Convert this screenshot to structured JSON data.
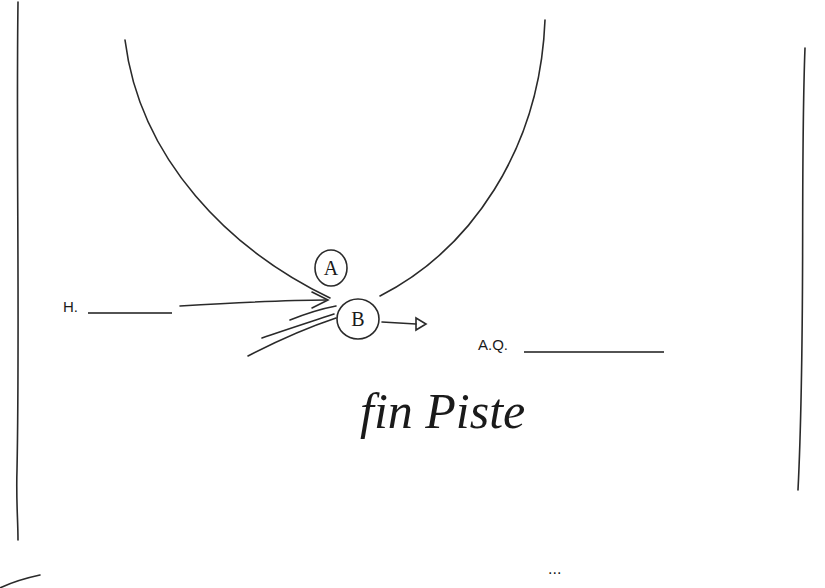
{
  "diagram": {
    "nodes": [
      {
        "text": [
          "A"
        ]
      },
      {
        "text": [
          "B"
        ]
      }
    ],
    "labels": [
      "H.",
      "A.Q.",
      "fin Piste",
      "..."
    ]
  }
}
